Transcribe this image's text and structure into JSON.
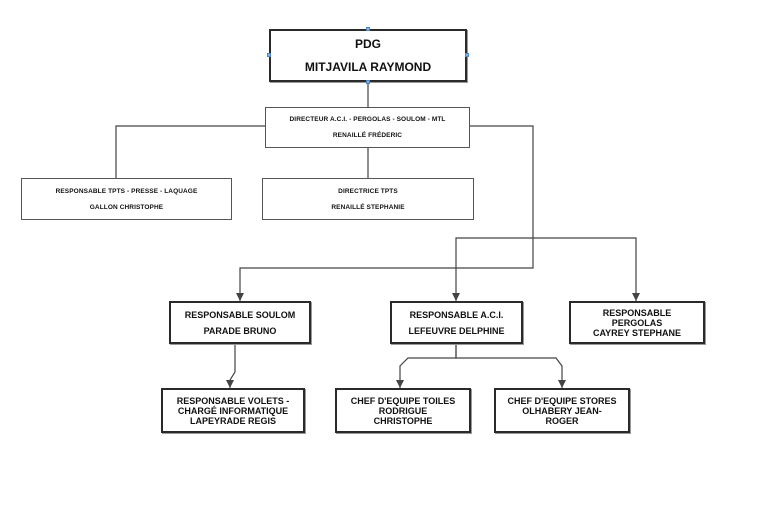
{
  "org_chart": {
    "pdg": {
      "role": "PDG",
      "name": "MITJAVILA RAYMOND"
    },
    "directeur": {
      "role": "DIRECTEUR A.C.I. - PERGOLAS - SOULOM - MTL",
      "name": "RENAILLÉ FRÉDERIC"
    },
    "resp_tpts_presse": {
      "role": "RESPONSABLE TPTS - PRESSE - LAQUAGE",
      "name": "GALLON CHRISTOPHE"
    },
    "directrice_tpts": {
      "role": "DIRECTRICE TPTS",
      "name": "RENAILLÉ STEPHANIE"
    },
    "resp_soulom": {
      "role": "RESPONSABLE SOULOM",
      "name": "PARADE BRUNO"
    },
    "resp_aci": {
      "role": "RESPONSABLE A.C.I.",
      "name": "LEFEUVRE DELPHINE"
    },
    "resp_pergolas": {
      "role_line1": "RESPONSABLE",
      "role_line2": "PERGOLAS",
      "name": "CAYREY STEPHANE"
    },
    "resp_volets": {
      "line1": "RESPONSABLE VOLETS -",
      "line2": "CHARGÉ INFORMATIQUE",
      "name": "LAPEYRADE REGIS"
    },
    "chef_toiles": {
      "line1": "CHEF D'EQUIPE TOILES",
      "line2": "RODRIGUE",
      "line3": "CHRISTOPHE"
    },
    "chef_stores": {
      "line1": "CHEF D'EQUIPE STORES",
      "line2": "OLHABERY JEAN-",
      "line3": "ROGER"
    }
  },
  "colors": {
    "line": "#444444",
    "border": "#2a2a2a",
    "selection_handle": "#7fb2e8"
  }
}
